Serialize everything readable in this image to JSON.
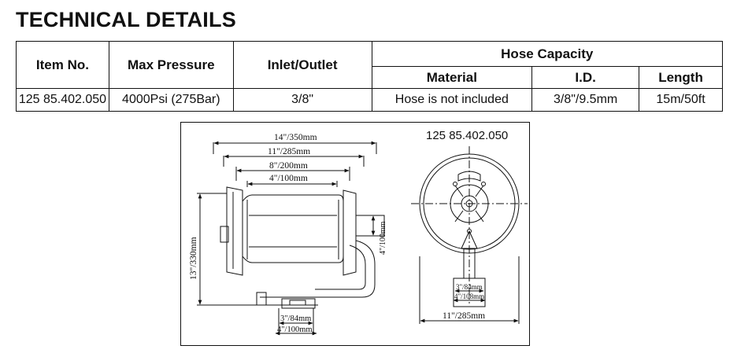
{
  "page_title": "TECHNICAL DETAILS",
  "table": {
    "headers": {
      "item_no": "Item No.",
      "max_pressure": "Max Pressure",
      "inlet_outlet": "Inlet/Outlet",
      "hose_capacity": "Hose Capacity",
      "material": "Material",
      "id": "I.D.",
      "length": "Length"
    },
    "row": {
      "item_no": "125 85.402.050",
      "max_pressure": "4000Psi (275Bar)",
      "inlet_outlet": "3/8\"",
      "material": "Hose is not included",
      "id": "3/8\"/9.5mm",
      "length": "15m/50ft"
    }
  },
  "drawing": {
    "part_number": "125 85.402.050",
    "side_view": {
      "dim_overall_width": "14\"/350mm",
      "dim_frame_width": "11\"/285mm",
      "dim_drum_outer": "8\"/200mm",
      "dim_drum_inner": "4\"/100mm",
      "dim_height": "13\"/330mm",
      "dim_outlet": "4\"/100mm",
      "dim_base_a": "3\"/84mm",
      "dim_base_b": "4\"/100mm"
    },
    "front_view": {
      "dim_mount_a": "3\"/84mm",
      "dim_mount_b": "4\"/108mm",
      "dim_width": "11\"/285mm"
    }
  }
}
